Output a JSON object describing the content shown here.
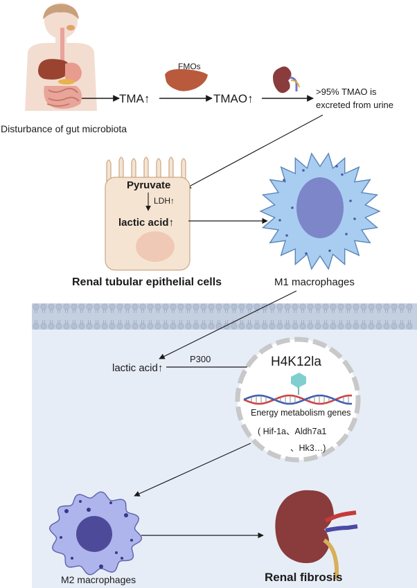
{
  "labels": {
    "gut": "Disturbance of gut microbiota",
    "tma": "TMA↑",
    "fmos": "FMOs",
    "tmao": "TMAO↑",
    "excreted_line1": ">95% TMAO is",
    "excreted_line2": "excreted from urine",
    "pyruvate": "Pyruvate",
    "ldh": "LDH↑",
    "lactic_top": "lactic acid↑",
    "renal_cells": "Renal tubular epithelial cells",
    "m1": "M1 macrophages",
    "lactic_bottom": "lactic acid↑",
    "p300": "P300",
    "h4k12la": "H4K12la",
    "energy_genes": "Energy metabolism genes",
    "genes_line1": "( Hif-1a、Aldh7a1",
    "genes_line2": "、Hk3…)",
    "m2": "M2 macrophages",
    "fibrosis": "Renal fibrosis"
  },
  "colors": {
    "membrane_band": "#c4cfe0",
    "cytoplasm": "#e7edf7",
    "epithelial_cell": "#f6e4d2",
    "epithelial_nucleus": "#efc9b5",
    "m1_cell": "#a8cdf0",
    "m1_nucleus": "#7c86c8",
    "m2_cell": "#aeb4ec",
    "m2_nucleus": "#4e4a9a",
    "liver": "#b95a3d",
    "kidney": "#8a3b3c",
    "dna_strand_a": "#d04040",
    "dna_strand_b": "#3a5fb0",
    "histone": "#7fcfd0"
  }
}
